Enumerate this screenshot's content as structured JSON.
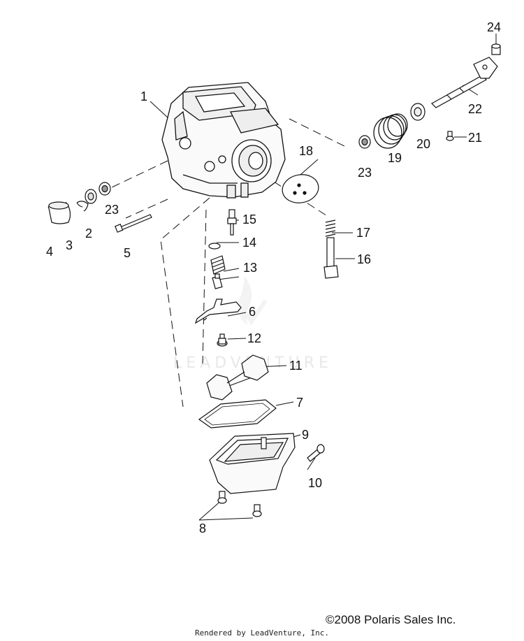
{
  "watermark": "LEADVENTURE",
  "copyright": "©2008 Polaris Sales Inc.",
  "rendered_by": "Rendered by LeadVenture, Inc.",
  "callouts": {
    "c1": "1",
    "c2": "2",
    "c3": "3",
    "c4": "4",
    "c5": "5",
    "c6": "6",
    "c7": "7",
    "c8": "8",
    "c9": "9",
    "c10": "10",
    "c11": "11",
    "c12": "12",
    "c13": "13",
    "c14": "14",
    "c15": "15",
    "c16": "16",
    "c17": "17",
    "c18": "18",
    "c19": "19",
    "c20": "20",
    "c21": "21",
    "c22": "22",
    "c23a": "23",
    "c23b": "23",
    "c24": "24"
  }
}
